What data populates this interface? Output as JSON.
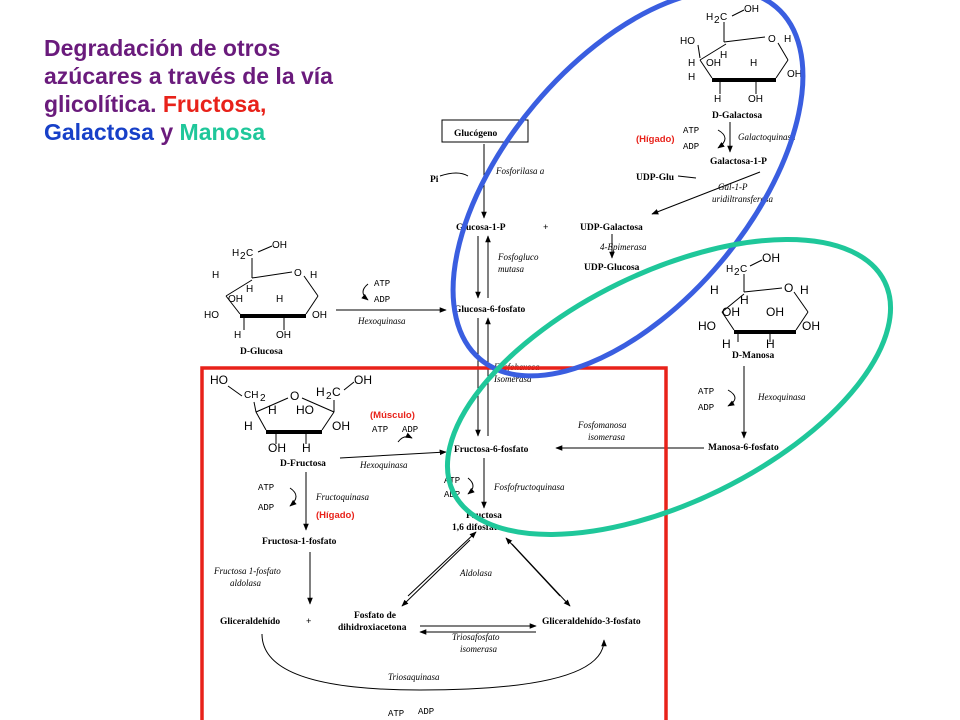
{
  "title": {
    "line1": "Degradación de otros",
    "line2": "azúcares a través de la vía",
    "line3": "glicolítica. ",
    "fructosa": "Fructosa",
    "comma": ",",
    "galactosa": "Galactosa",
    "y": " y ",
    "manosa": "Manosa"
  },
  "colors": {
    "title": "#6a1b7c",
    "fructose_box": "#e8221a",
    "galactose_ellipse": "#3a5ee0",
    "mannose_ellipse": "#1fc79a",
    "tissue_label": "#e8221a"
  },
  "metabolites": {
    "glycogen": "Glucógeno",
    "glc1p": "Glucosa-1-P",
    "glc6p": "Glucosa-6-fosfato",
    "fru6p": "Fructosa-6-fosfato",
    "fbp_1": "Fructosa",
    "fbp_2": "1,6 difosfato",
    "dgal": "D-Galactosa",
    "gal1p": "Galactosa-1-P",
    "udpgal": "UDP-Galactosa",
    "udpglc": "UDP-Glucosa",
    "udpglu": "UDP-Glu",
    "dglc": "D-Glucosa",
    "dman": "D-Manosa",
    "man6p": "Manosa-6-fosfato",
    "dfru": "D-Fructosa",
    "fru1p": "Fructosa-1-fosfato",
    "glyceraldehyde": "Gliceraldehído",
    "dhap_1": "Fosfato de",
    "dhap_2": "dihidroxiacetona",
    "g3p": "Gliceraldehído-3-fosfato",
    "pi": "Pi",
    "plus": "+"
  },
  "enzymes": {
    "phosphorylase": "Fosforilasa a",
    "galactokinase": "Galactoquinasa",
    "galt_1": "Gal-1-P",
    "galt_2": "uridiltransferasa",
    "epimerase": "4-Epimerasa",
    "pgm_1": "Fosfogluco",
    "pgm_2": "mutasa",
    "hexokinase": "Hexoquinasa",
    "isomerase_1": "Fosfohexosa",
    "isomerase_2": "Isomerasa",
    "mpi_1": "Fosfomanosa",
    "mpi_2": "isomerasa",
    "pfk": "Fosfofructoquinasa",
    "fructokinase": "Fructoquinasa",
    "aldolase_b_1": "Fructosa 1-fosfato",
    "aldolase_b_2": "aldolasa",
    "aldolase": "Aldolasa",
    "tpi_1": "Triosafosfato",
    "tpi_2": "isomerasa",
    "triokinase": "Triosaquinasa"
  },
  "cofactors": {
    "atp": "ATP",
    "adp": "ADP"
  },
  "tissues": {
    "liver": "(Hígado)",
    "muscle": "(Músculo)"
  },
  "atoms": {
    "h": "H",
    "ho": "HO",
    "oh": "OH",
    "o": "O",
    "h2c": "H",
    "sub2": "2",
    "c": "C",
    "ch": "CH"
  }
}
